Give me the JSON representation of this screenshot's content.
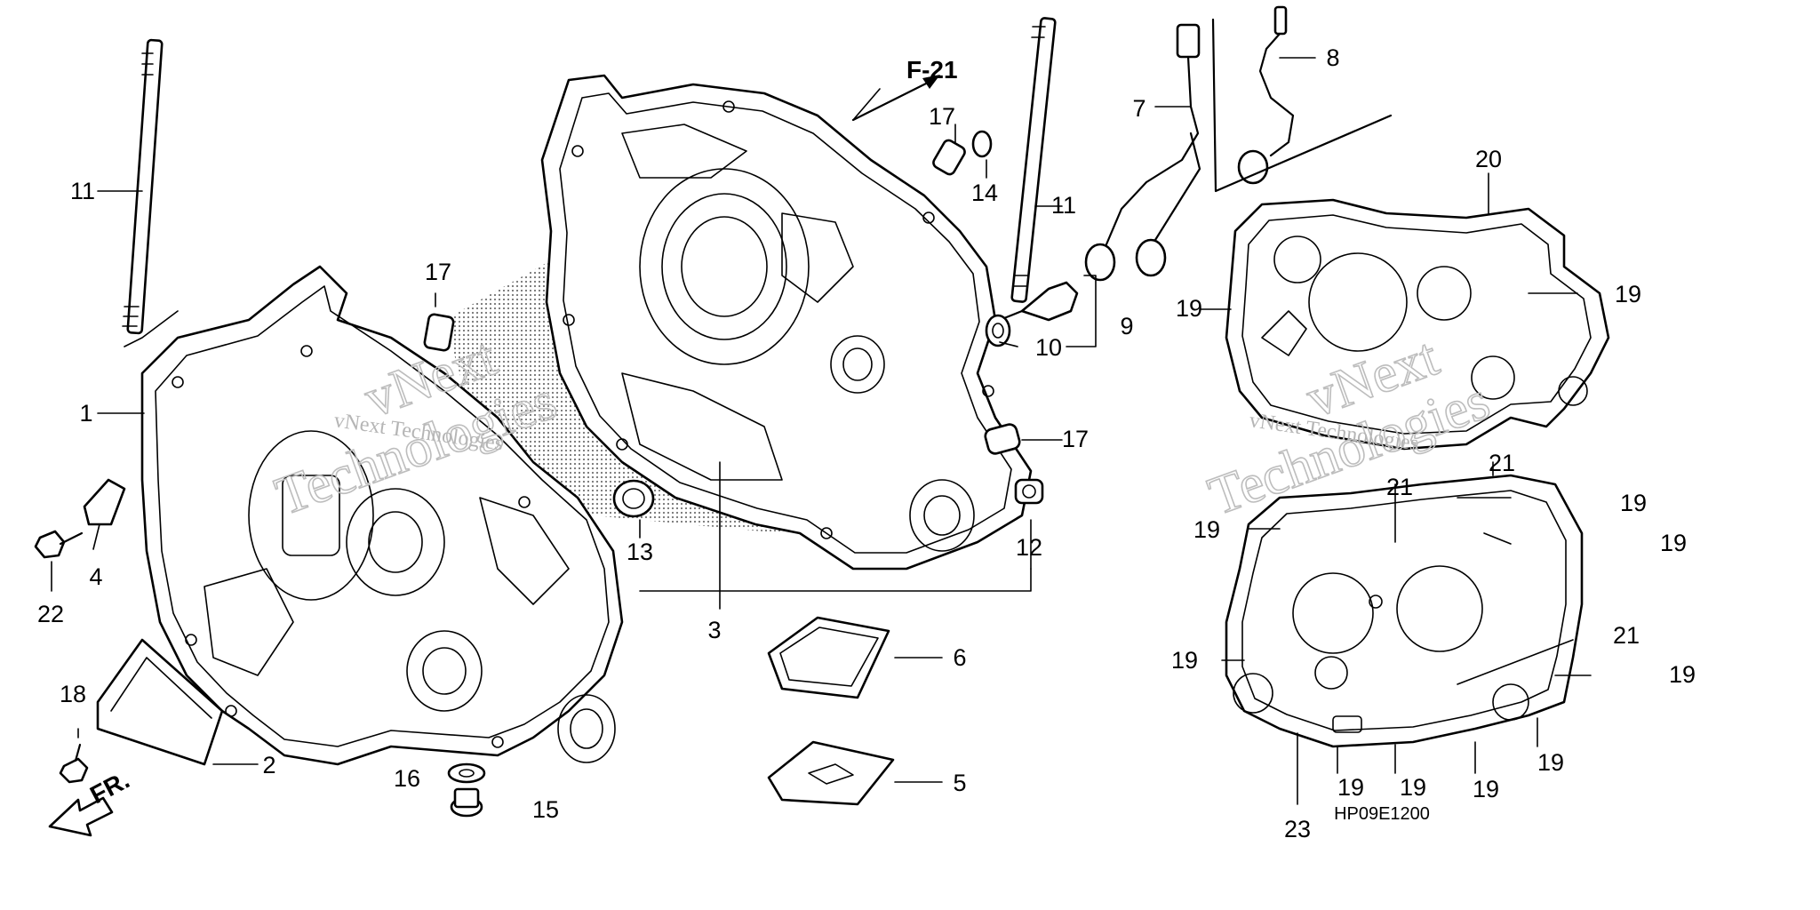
{
  "reference_label": "F-21",
  "front_label": "FR.",
  "diagram_code": "HP09E1200",
  "watermark": {
    "brand": "vNext",
    "subtitle": "vNext Technologies",
    "word": "Technologies"
  },
  "callouts": {
    "c1": "1",
    "c2": "2",
    "c3": "3",
    "c4": "4",
    "c5": "5",
    "c6": "6",
    "c7": "7",
    "c8": "8",
    "c9": "9",
    "c10": "10",
    "c11a": "11",
    "c11b": "11",
    "c12": "12",
    "c13": "13",
    "c14": "14",
    "c15": "15",
    "c16": "16",
    "c17a": "17",
    "c17b": "17",
    "c17c": "17",
    "c18": "18",
    "c19a": "19",
    "c19b": "19",
    "c19c": "19",
    "c19d": "19",
    "c19e": "19",
    "c19f": "19",
    "c19g": "19",
    "c19h": "19",
    "c19i": "19",
    "c19j": "19",
    "c19k": "19",
    "c20": "20",
    "c21a": "21",
    "c21b": "21",
    "c21c": "21",
    "c22": "22",
    "c23": "23"
  }
}
